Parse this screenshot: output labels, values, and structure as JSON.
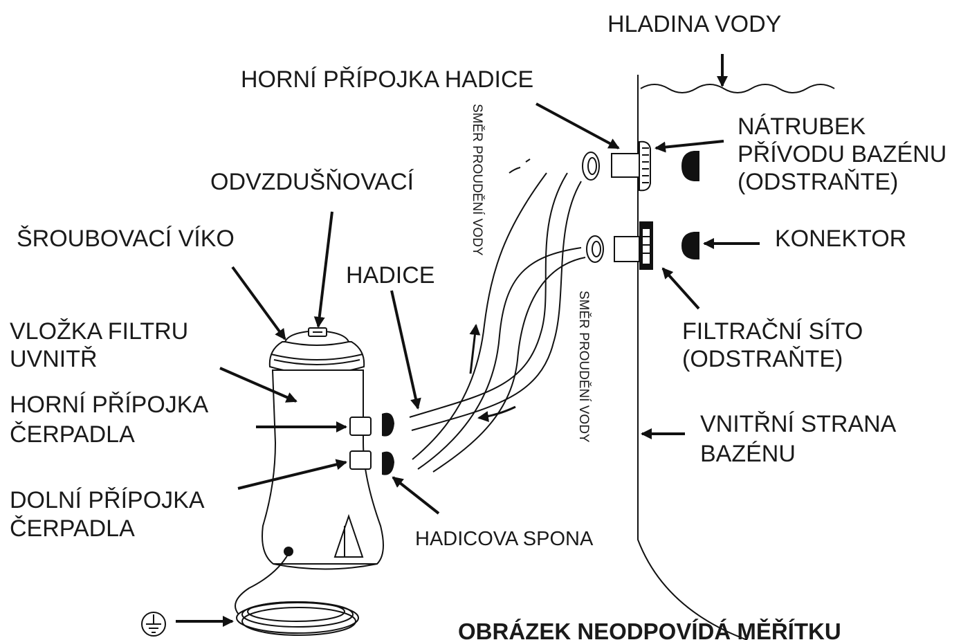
{
  "labels": {
    "water_level": "HLADINA VODY",
    "upper_hose_connection": "HORNÍ PŘÍPOJKA HADICE",
    "pool_inlet_nozzle": [
      "NÁTRUBEK",
      "PŘÍVODU BAZÉNU",
      "(ODSTRAŇTE)"
    ],
    "air_release": "ODVZDUŠŇOVACÍ",
    "screw_lid": "ŠROUBOVACÍ VÍKO",
    "connector": "KONEKTOR",
    "hose": "HADICE",
    "filter_cartridge_inside": [
      "VLOŽKA FILTRU",
      "UVNITŘ"
    ],
    "strainer_grid": [
      "FILTRAČNÍ SÍTO",
      "(ODSTRAŇTE)"
    ],
    "upper_pump_connection": [
      "HORNÍ PŘÍPOJKA",
      "ČERPADLA"
    ],
    "pool_inner_side": [
      "VNITŘNÍ STRANA",
      "BAZÉNU"
    ],
    "lower_pump_connection": [
      "DOLNÍ PŘÍPOJKA",
      "ČERPADLA"
    ],
    "hose_clamp": "HADICOVA SPONA",
    "flow_direction_1": "SMĚR PROUDĚNÍ VODY",
    "flow_direction_2": "SMĚR PROUDĚNÍ VODY",
    "not_to_scale": "OBRÁZEK NEODPOVÍDÁ MĚŘÍTKU"
  },
  "icons": {
    "ground": "ground-symbol-icon"
  },
  "colors": {
    "ink": "#111111",
    "background": "#ffffff"
  }
}
